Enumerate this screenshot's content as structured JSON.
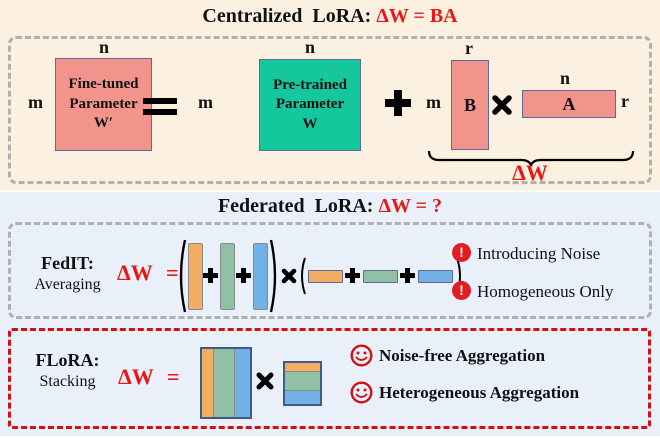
{
  "colors": {
    "cream": "#fcf1e0",
    "panel_blue": "#e9f0f9",
    "salmon": "#f2938c",
    "teal": "#15c79d",
    "matrix_border": "#5d6b96",
    "orange": "#f2ad63",
    "sage": "#90c1a7",
    "sky": "#72b1e5",
    "bar_border": "#8a8a8a",
    "bar_border_dark": "#5d6b96",
    "dark_border": "#3b5c85",
    "red": "#ea1616",
    "red_icon": "#e31b23",
    "red_dash": "#d40f0f",
    "gray_dash": "#b0b0b0"
  },
  "centralized": {
    "title_black": "Centralized  LoRA: ",
    "title_red": "ΔW = BA",
    "dims": {
      "m": "m",
      "n": "n",
      "r": "r"
    },
    "fine_tuned": {
      "lines": [
        "Fine-tuned",
        "Parameter",
        "W′"
      ]
    },
    "pre_trained": {
      "lines": [
        "Pre-trained",
        "Parameter",
        "W"
      ]
    },
    "b_label": "B",
    "a_label": "A",
    "delta_w": "ΔW"
  },
  "federated": {
    "title_black": "Federated  LoRA: ",
    "title_red": "ΔW = ?",
    "fedit": {
      "name": "FedIT:",
      "method": "Averaging",
      "delta_w": "ΔW",
      "equals": "=",
      "issues": [
        {
          "icon": "warning",
          "text": "Introducing Noise"
        },
        {
          "icon": "warning",
          "text": "Homogeneous Only"
        }
      ]
    },
    "flora": {
      "name": "FLoRA:",
      "method": "Stacking",
      "delta_w": "ΔW",
      "equals": "=",
      "benefits": [
        {
          "icon": "smiley",
          "text": "Noise-free Aggregation"
        },
        {
          "icon": "smiley",
          "text": "Heterogeneous Aggregation"
        }
      ]
    }
  },
  "icons": {
    "warning_char": "!"
  }
}
